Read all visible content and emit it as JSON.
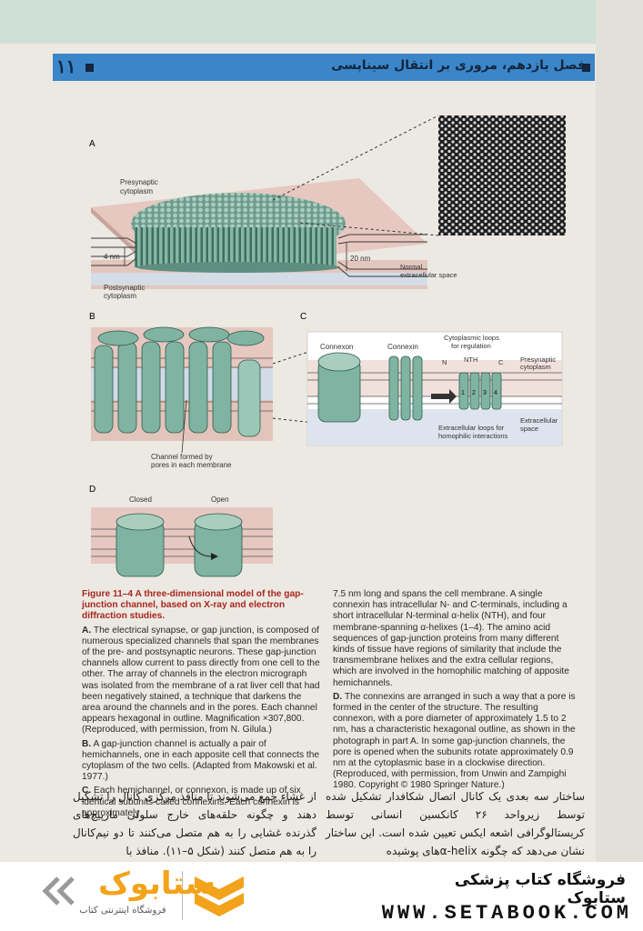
{
  "header": {
    "chapter_number": "۱۱",
    "chapter_title": "فصل یازدهم، مروری بر انتقال سیناپسی"
  },
  "figure": {
    "panel_a": {
      "letter": "A",
      "presynaptic": [
        "Presynaptic",
        "cytoplasm"
      ],
      "postsynaptic": [
        "Postsynaptic",
        "cytoplasm"
      ],
      "width_small": "4 nm",
      "width_large": "20 nm",
      "normal_space": [
        "Normal",
        "extracellular space"
      ]
    },
    "panel_b": {
      "letter": "B",
      "channel_label": [
        "Channel formed by",
        "pores in each membrane"
      ]
    },
    "panel_c": {
      "letter": "C",
      "connexon": "Connexon",
      "connexin": "Connexin",
      "cyto_loops": [
        "Cytoplasmic loops",
        "for regulation"
      ],
      "n_label": "N",
      "nth_label": "NTH",
      "c_label": "C",
      "presynaptic": [
        "Presynaptic",
        "cytoplasm"
      ],
      "helix_numbers": [
        "1",
        "2",
        "3",
        "4"
      ],
      "extra_loops": [
        "Extracellular loops for",
        "homophilic interactions"
      ],
      "extra_space": [
        "Extracellular",
        "space"
      ]
    },
    "panel_d": {
      "letter": "D",
      "closed": "Closed",
      "open": "Open"
    }
  },
  "caption": {
    "title": "Figure 11–4 A three-dimensional model of the gap-junction channel, based on X-ray and electron diffraction studies.",
    "a_letter": "A.",
    "a_text": "The electrical synapse, or gap junction, is composed of numerous specialized channels that span the membranes of the pre- and postsynaptic neurons. These gap-junction channels allow current to pass directly from one cell to the other. The array of channels in the electron micrograph was isolated from the membrane of a rat liver cell that had been negatively stained, a technique that darkens the area around the channels and in the pores. Each channel appears hexagonal in outline. Magnification ×307,800. (Reproduced, with permission, from N. Gilula.)",
    "b_letter": "B.",
    "b_text": "A gap-junction channel is actually a pair of hemichannels, one in each apposite cell that connects the cytoplasm of the two cells. (Adapted from Makowski et al. 1977.)",
    "c_letter": "C.",
    "c_text_left": "Each hemichannel, or connexon, is made up of six identical subunits called connexins. Each connexin is approximately",
    "c_text_right": "7.5 nm long and spans the cell membrane. A single connexin has intracellular N- and C-terminals, including a short intracellular N-terminal α-helix (NTH), and four membrane-spanning α-helixes (1–4). The amino acid sequences of gap-junction proteins from many different kinds of tissue have regions of similarity that include the transmembrane helixes and the extra cellular regions, which are involved in the homophilic matching of apposite hemichannels.",
    "d_letter": "D.",
    "d_text": "The connexins are arranged in such a way that a pore is formed in the center of the structure. The resulting connexon, with a pore diameter of approximately 1.5 to 2 nm, has a characteristic hexagonal outline, as shown in the photograph in part A. In some gap-junction channels, the pore is opened when the subunits rotate approximately 0.9 nm at the cytoplasmic base in a clockwise direction. (Reproduced, with permission, from Unwin and Zampighi 1980. Copyright © 1980 Springer Nature.)"
  },
  "body_text": {
    "right_column": "ساختار سه بعدی یک کانال اتصال شکافدار تشکیل شده توسط زیرواحد ۲۶ کانکسین انسانی توسط کریستالوگرافی اشعه ایکس تعیین شده است. این ساختار نشان می‌دهد که چگونه α-helixهای پوشیده",
    "left_column": "از غشاء جمع می‌شوند تا منافذ مرکزی کانال را تشکیل دهند و چگونه حلقه‌های خارج سلولی مارپیچ‌های گذرنده غشایی را به هم متصل می‌کنند تا دو نیم‌کانال را به هم متصل کنند (شکل ۵–۱۱). منافذ با"
  },
  "footer": {
    "store_name": "فروشگاه کتاب پزشکی ستابوک",
    "url": "WWW.SETABOOK.COM",
    "logo_name": "ستابوک",
    "logo_tagline": "فروشگاه اینترنتی کتاب"
  },
  "colors": {
    "header_blue": "#3b86c8",
    "caption_red": "#a8261f",
    "membrane_pink": "#e6c8c0",
    "extracellular_blue": "#d2dce8",
    "channel_green": "#7fb3a2",
    "logo_orange": "#f2a31b"
  }
}
